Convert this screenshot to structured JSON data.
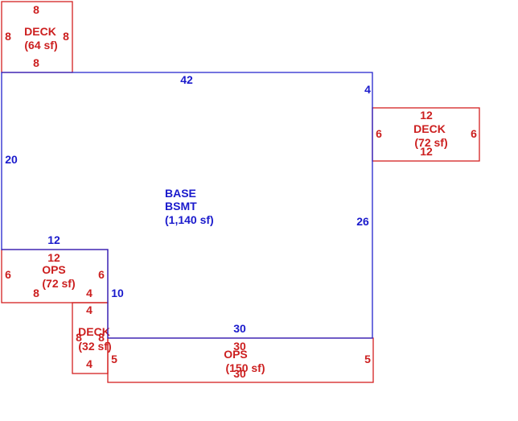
{
  "colors": {
    "base": "#2222cc",
    "addition": "#d42020"
  },
  "base": {
    "label_line1": "BASE",
    "label_line2": "BSMT",
    "area": "(1,140 sf)",
    "dims": {
      "top": "42",
      "left": "20",
      "right_top": "4",
      "right": "26",
      "notch_top": "12",
      "notch_side": "10",
      "bottom": "30"
    }
  },
  "deck_top_left": {
    "label": "DECK",
    "area": "(64 sf)",
    "dims": {
      "top": "8",
      "bottom": "8",
      "left": "8",
      "right": "8"
    }
  },
  "deck_right": {
    "label": "DECK",
    "area": "(72 sf)",
    "dims": {
      "top": "12",
      "bottom": "12",
      "left": "6",
      "right": "6"
    }
  },
  "ops_left": {
    "label": "OPS",
    "area": "(72 sf)",
    "dims": {
      "top": "12",
      "left": "6",
      "right": "6",
      "bottom_left": "8",
      "bottom_right": "4"
    }
  },
  "deck_bottom_left": {
    "label": "DECK",
    "area": "(32 sf)",
    "dims": {
      "top": "4",
      "bottom": "4",
      "left": "8",
      "right": "8"
    }
  },
  "ops_bottom": {
    "label": "OPS",
    "area": "(150 sf)",
    "dims": {
      "top": "30",
      "bottom": "30",
      "left": "5",
      "right": "5"
    }
  }
}
